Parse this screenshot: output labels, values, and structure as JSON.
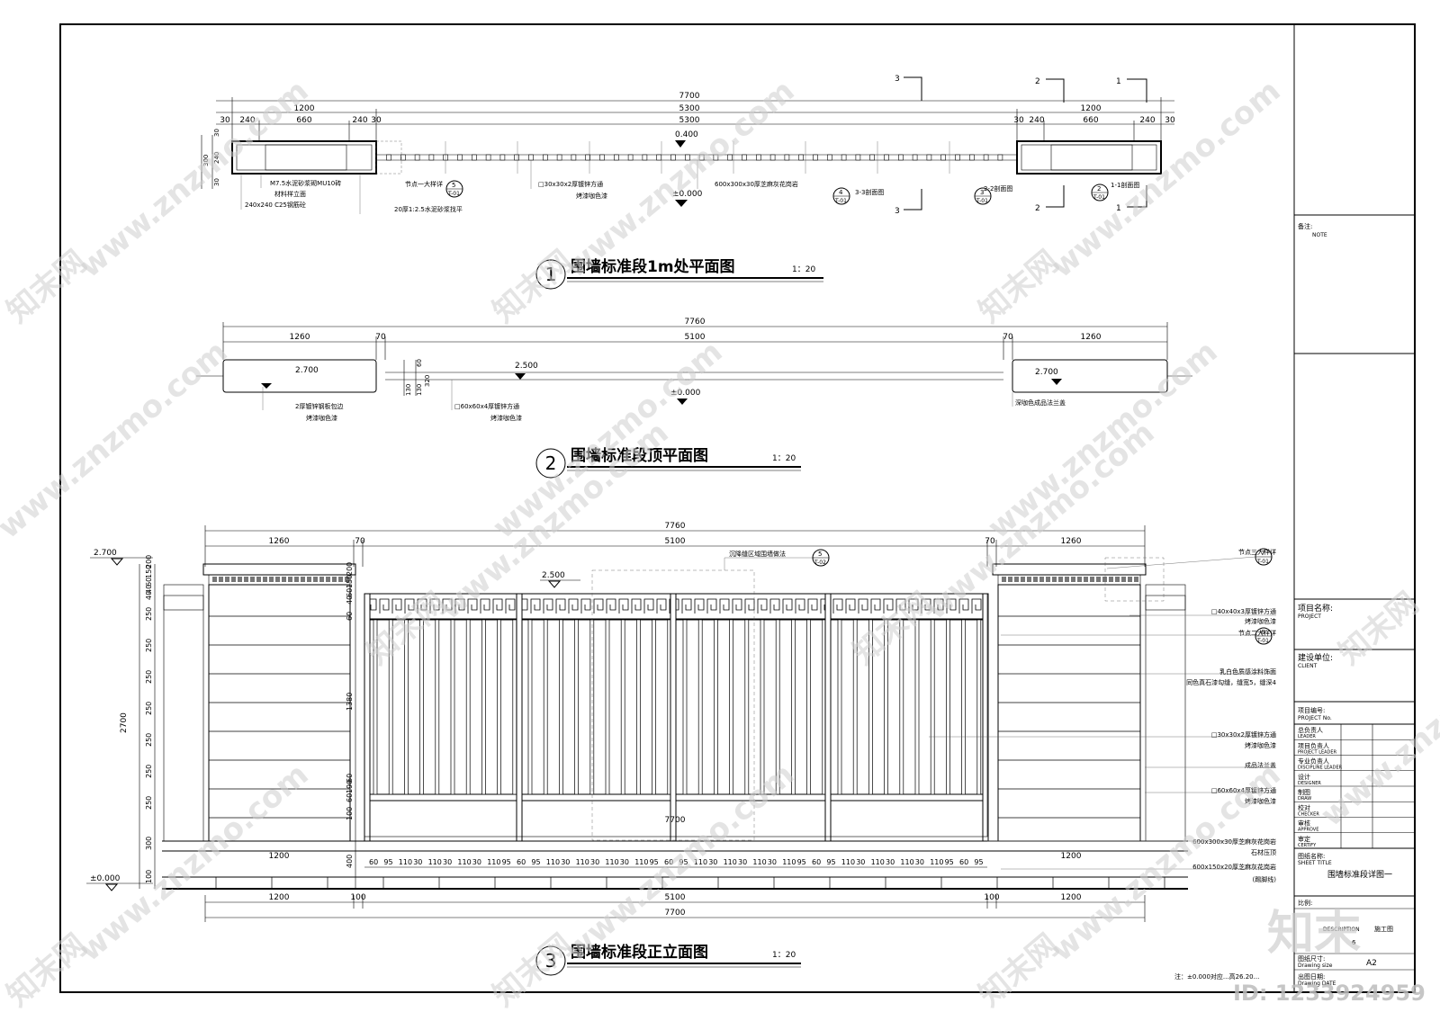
{
  "watermarks": {
    "text": "www.znzmo.com",
    "brand": "知末网",
    "logo": "知末",
    "id_label": "ID: 1233924959"
  },
  "plan1": {
    "title": "围墙标准段1m处平面图",
    "scale": "1：20",
    "num": "1",
    "dims_top": [
      "7700",
      "1200",
      "5300",
      "1200",
      "5300"
    ],
    "dims_seg": [
      "30",
      "240",
      "660",
      "240",
      "30",
      "30",
      "240",
      "660",
      "240",
      "30"
    ],
    "side_dims": [
      "30",
      "240",
      "30",
      "300"
    ],
    "section_marks": [
      "3",
      "2",
      "1"
    ],
    "level_top": "0.400",
    "level_bottom": "±0.000",
    "notes": [
      "M7.5水泥砂浆砌MU10砖",
      "材料样立面",
      "240x240  C25钢筋砼",
      "节点一大样详",
      "20厚1:2.5水泥砂浆找平",
      "□30x30x2厚镀锌方通",
      "烤漆咖色漆",
      "600x300x30厚芝麻灰花岗岩",
      "3-3剖面图",
      "2-2剖面图",
      "1-1剖面图"
    ],
    "detail_refs": [
      {
        "n": "5",
        "s": "T-01"
      },
      {
        "n": "4",
        "s": "T-01"
      },
      {
        "n": "3",
        "s": "T-01"
      },
      {
        "n": "2",
        "s": "T-01"
      }
    ]
  },
  "plan2": {
    "title": "围墙标准段顶平面图",
    "scale": "1：20",
    "num": "2",
    "dims": [
      "7760",
      "1260",
      "70",
      "5100",
      "70",
      "1260"
    ],
    "side_dims": [
      "60",
      "130",
      "130",
      "320"
    ],
    "levels": [
      "2.700",
      "2.500",
      "2.700",
      "±0.000"
    ],
    "notes": [
      "2厚镀锌钢板包边",
      "烤漆咖色漆",
      "□60x60x4厚镀锌方通",
      "烤漆咖色漆",
      "深咖色成品法兰盖"
    ]
  },
  "elev3": {
    "title": "围墙标准段正立面图",
    "scale": "1：20",
    "num": "3",
    "dims_top": [
      "7760",
      "1260",
      "70",
      "5100",
      "70",
      "1260"
    ],
    "levels": [
      "2.700",
      "2.500",
      "±0.000"
    ],
    "left_dims": [
      "200",
      "150",
      "60",
      "40",
      "40",
      "250",
      "250",
      "250",
      "250",
      "250",
      "250",
      "250",
      "300",
      "100"
    ],
    "left_total": "2700",
    "inner_dims": [
      "200",
      "150",
      "60",
      "40",
      "60",
      "1380",
      "60",
      "190",
      "60",
      "100",
      "400"
    ],
    "bar_dims": [
      "60",
      "95",
      "110",
      "30",
      "110",
      "30",
      "110",
      "30",
      "110",
      "95"
    ],
    "bottom_dims": [
      "1200",
      "100",
      "5100",
      "100",
      "1200",
      "7700",
      "7700",
      "1200",
      "1200"
    ],
    "notes_right": [
      "节点三大样详",
      "□40x40x3厚镀锌方通",
      "烤漆咖色漆",
      "节点二大样详",
      "乳白色质感涂料饰面",
      "同色真石漆勾缝，缝宽5，缝深4",
      "□30x30x2厚镀锌方通",
      "烤漆咖色漆",
      "成品法兰盖",
      "□60x60x4厚镀锌方通",
      "烤漆咖色漆",
      "600x300x30厚芝麻灰花岗岩",
      "石材压顶",
      "600x150x20厚芝麻灰花岗岩",
      "(踢脚线)"
    ],
    "note_top": "沉降缝区域围墙做法",
    "detail_refs": [
      {
        "n": "5",
        "s": "T-02"
      },
      {
        "n": "7",
        "s": "T-01"
      },
      {
        "n": "6",
        "s": "T-01"
      }
    ],
    "footnote": "注：±0.000对应...高26.20..."
  },
  "titleblock": {
    "note_cn": "备注:",
    "note_en": "NOTE",
    "project_cn": "项目名称:",
    "project_en": "PROJECT",
    "client_cn": "建设单位:",
    "client_en": "CLIENT",
    "project_no_cn": "项目编号:",
    "project_no_en": "PROJECT No.",
    "rows": [
      {
        "cn": "总负责人",
        "en": "LEADER"
      },
      {
        "cn": "项目负责人",
        "en": "PROJECT LEADER"
      },
      {
        "cn": "专业负责人",
        "en": "DISCIPLINE LEADER"
      },
      {
        "cn": "设计",
        "en": "DESIGNER"
      },
      {
        "cn": "制图",
        "en": "DRAW"
      },
      {
        "cn": "校对",
        "en": "CHECKER"
      },
      {
        "cn": "审核",
        "en": "APPROVE"
      },
      {
        "cn": "审定",
        "en": "CERTIFY"
      }
    ],
    "sheet_title_cn": "图纸名称:",
    "sheet_title_en": "SHEET TITLE",
    "sheet_title": "围墙标准段详图一",
    "scale_cn": "比例:",
    "desc_en": "DESCRIPTION",
    "desc_value": "施工图",
    "sheet_no": "6",
    "size_cn": "图纸尺寸:",
    "size_en": "Drawing size",
    "size_value": "A2",
    "date_cn": "出图日期:",
    "date_en": "Drawing DATE"
  }
}
